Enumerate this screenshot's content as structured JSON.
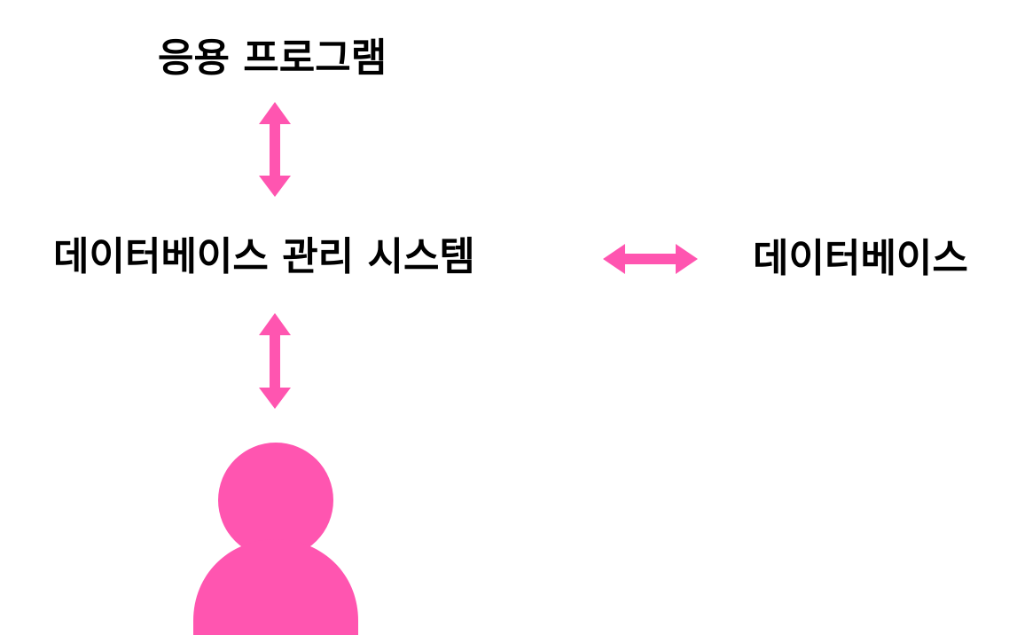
{
  "nodes": {
    "app": {
      "label": "응용 프로그램"
    },
    "dbms": {
      "label": "데이터베이스 관리 시스템"
    },
    "db": {
      "label": "데이터베이스"
    }
  },
  "icons": {
    "user": "user-icon",
    "arrow": "double-arrow-icon"
  },
  "colors": {
    "accent": "#FF55B0",
    "text": "#000000",
    "background": "#FFFFFF"
  }
}
